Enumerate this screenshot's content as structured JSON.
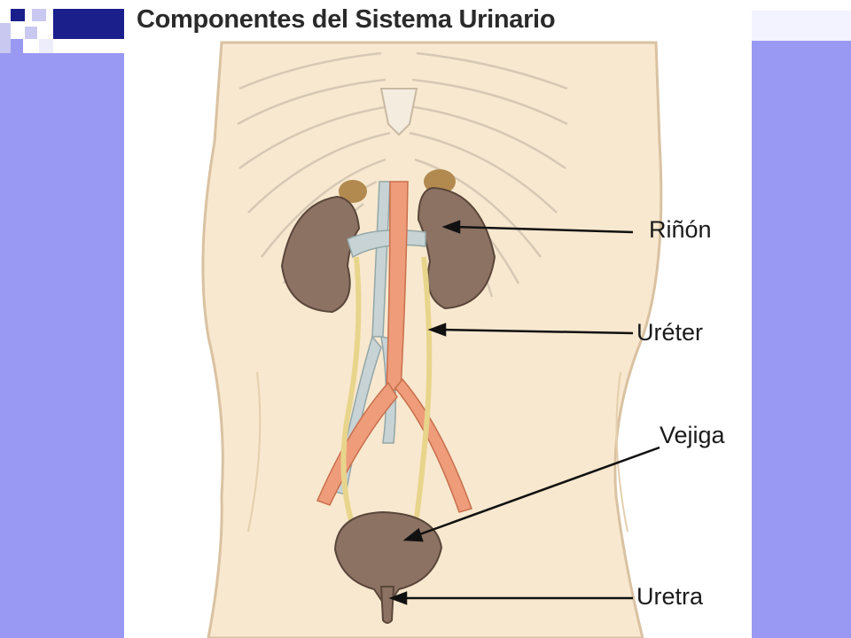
{
  "slide": {
    "title": "Componentes del Sistema Urinario"
  },
  "labels": {
    "kidney": "Riñón",
    "ureter": "Uréter",
    "bladder": "Vejiga",
    "urethra": "Uretra"
  },
  "colors": {
    "background": "#9999f3",
    "corner_dark": "#1a1f8c",
    "skin": "#f8e8cf",
    "organ": "#8c7262",
    "artery": "#ee9c7a",
    "vein": "#c7d3d4",
    "ureter": "#f2e5a8"
  }
}
